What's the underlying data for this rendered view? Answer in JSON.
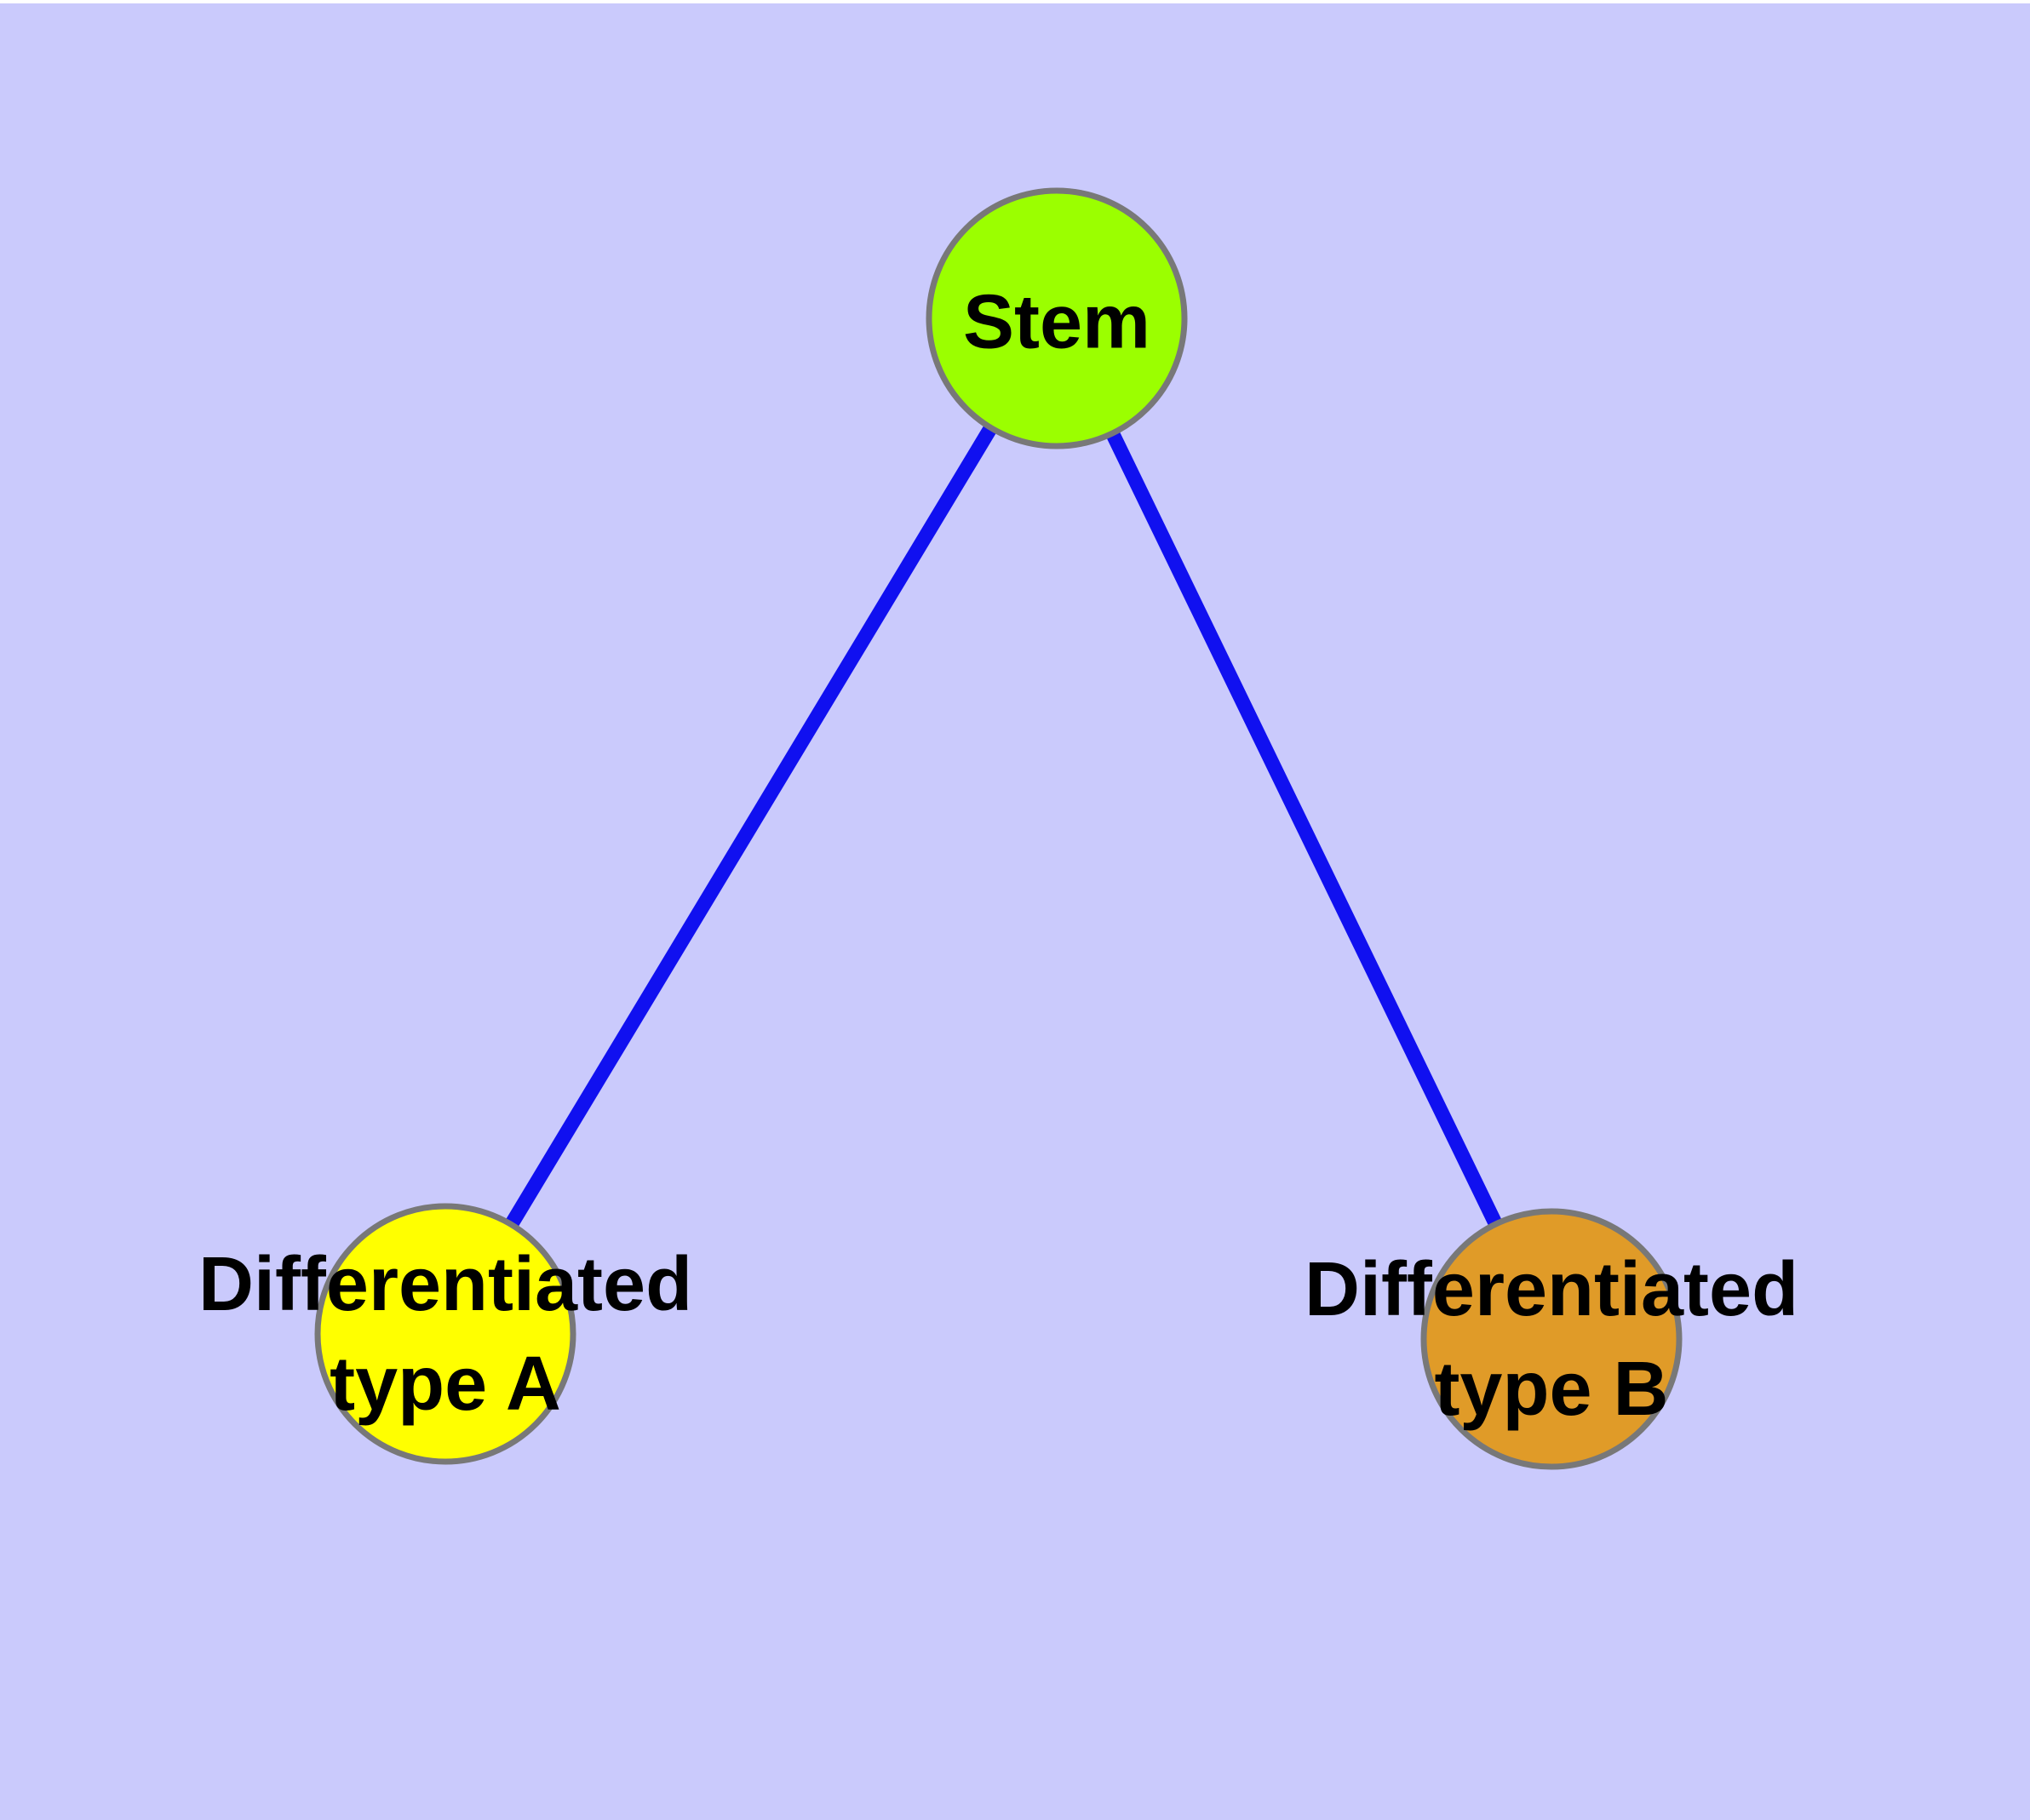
{
  "diagram": {
    "type": "graph",
    "background_color": "#CACAFC",
    "nodes": [
      {
        "id": "stem",
        "label": "Stem",
        "fill": "#9BFF00",
        "border": "#787878"
      },
      {
        "id": "differentiated-type-a",
        "label": "Differentiated type A",
        "line1": "Differentiated",
        "line2": "type A",
        "fill": "#FFFF00",
        "border": "#787878"
      },
      {
        "id": "differentiated-type-b",
        "label": "Differentiated type B",
        "line1": "Differentiated",
        "line2": "type B",
        "fill": "#E09B28",
        "border": "#787878"
      }
    ],
    "edges": [
      {
        "from": "stem",
        "to": "differentiated-type-a",
        "color": "#1010F0"
      },
      {
        "from": "stem",
        "to": "differentiated-type-b",
        "color": "#1010F0"
      }
    ]
  }
}
